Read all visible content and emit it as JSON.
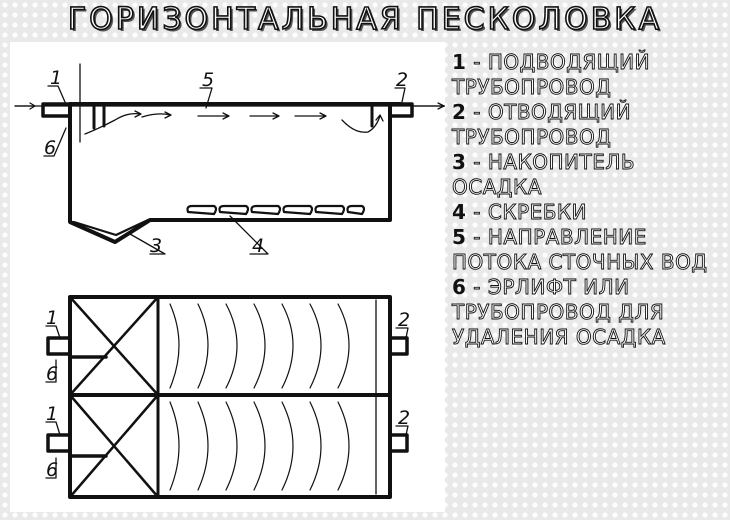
{
  "title": "ГОРИЗОНТАЛЬНАЯ ПЕСКОЛОВКА",
  "legend": [
    {
      "num": "1",
      "text": " - ПОДВОДЯЩИЙ ТРУБОПРОВОД"
    },
    {
      "num": "2",
      "text": " - ОТВОДЯЩИЙ ТРУБОПРОВОД"
    },
    {
      "num": "3",
      "text": " - НАКОПИТЕЛЬ ОСАДКА"
    },
    {
      "num": "4",
      "text": " - СКРЕБКИ"
    },
    {
      "num": "5",
      "text": " - НАПРАВЛЕНИЕ ПОТОКА СТОЧНЫХ ВОД"
    },
    {
      "num": "6",
      "text": " - ЭРЛИФТ ИЛИ ТРУБОПРОВОД ДЛЯ УДАЛЕНИЯ ОСАДКА"
    }
  ],
  "section_labels": {
    "inlet": "1",
    "outlet": "2",
    "sump": "3",
    "scrapers": "4",
    "flow": "5",
    "airlift": "6"
  },
  "plan_labels": {
    "upper_inlet": "1",
    "upper_airlift": "6",
    "upper_outlet": "2",
    "lower_inlet": "1",
    "lower_airlift": "6",
    "lower_outlet": "2"
  }
}
